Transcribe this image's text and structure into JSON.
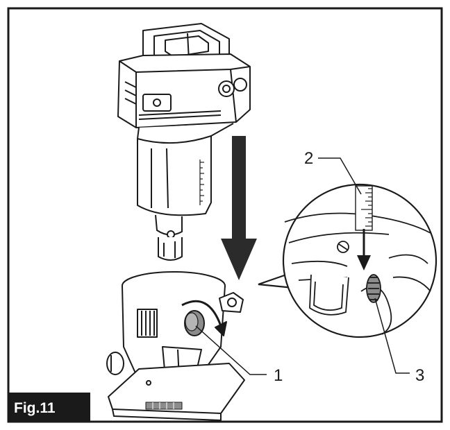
{
  "figure": {
    "label": "Fig.11",
    "callouts": [
      {
        "id": "1",
        "text": "1"
      },
      {
        "id": "2",
        "text": "2"
      },
      {
        "id": "3",
        "text": "3"
      }
    ]
  },
  "colors": {
    "line": "#1a1a1a",
    "fill": "#ffffff",
    "shade": "#8c8c8c",
    "arrow": "#2b2b2b",
    "label_bg": "#1a1a1a"
  }
}
